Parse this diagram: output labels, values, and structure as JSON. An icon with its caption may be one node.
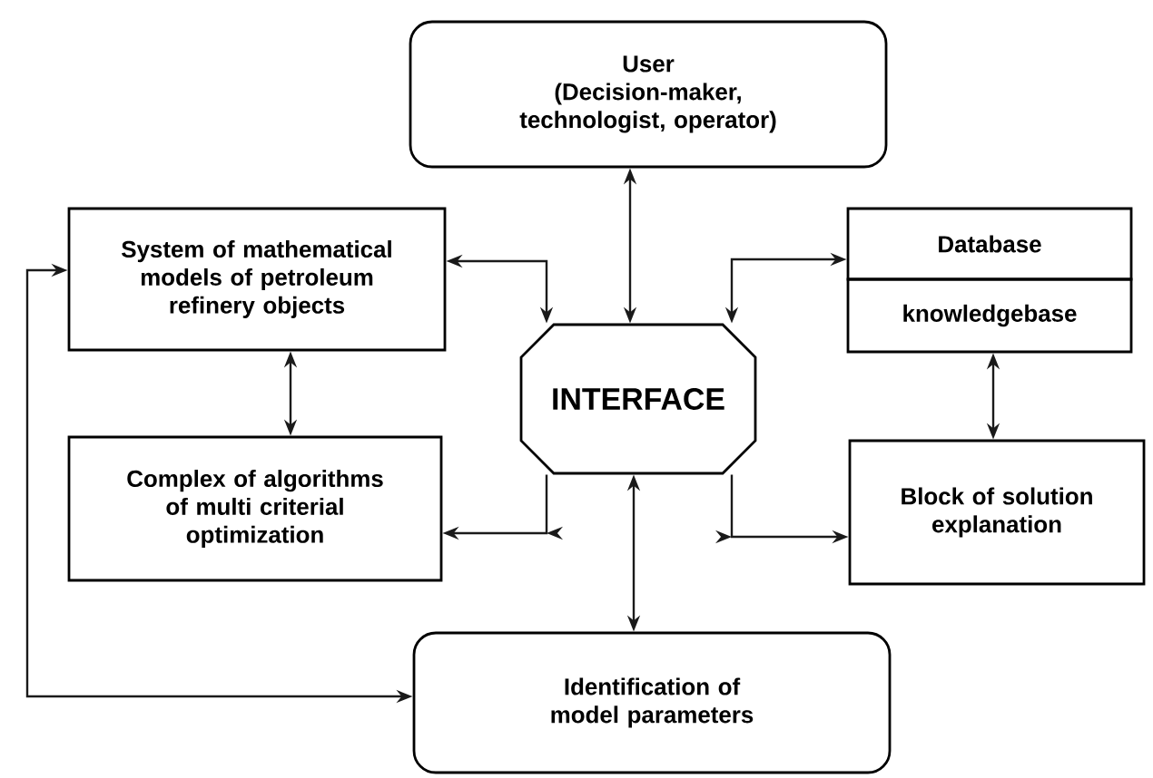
{
  "diagram": {
    "nodes": [
      {
        "text": [
          "User",
          "(Decision-maker, technologist, operator)"
        ]
      },
      {
        "text": [
          "System of mathematical models of petroleum refinery objects"
        ]
      },
      {
        "text": [
          "Database"
        ]
      },
      {
        "text": [
          "knowledgebase"
        ]
      },
      {
        "text": [
          "INTERFACE"
        ]
      },
      {
        "text": [
          "Complex of algorithms of multi criterial optimization"
        ]
      },
      {
        "text": [
          "Block of solution explanation"
        ]
      },
      {
        "text": [
          "Identification of model parameters"
        ]
      }
    ],
    "edges": [
      {
        "from": 0,
        "to": 4,
        "arrow": "both"
      },
      {
        "from": 1,
        "to": 4,
        "arrow": "both"
      },
      {
        "from": 2,
        "to": 4,
        "arrow": "both"
      },
      {
        "from": 1,
        "to": 5,
        "arrow": "both"
      },
      {
        "from": 3,
        "to": 6,
        "arrow": "both"
      },
      {
        "from": 4,
        "to": 5,
        "arrow": "to"
      },
      {
        "from": 4,
        "to": 6,
        "arrow": "to"
      },
      {
        "from": 4,
        "to": 7,
        "arrow": "both"
      },
      {
        "from": 1,
        "to": 7,
        "arrow": "both"
      }
    ]
  }
}
